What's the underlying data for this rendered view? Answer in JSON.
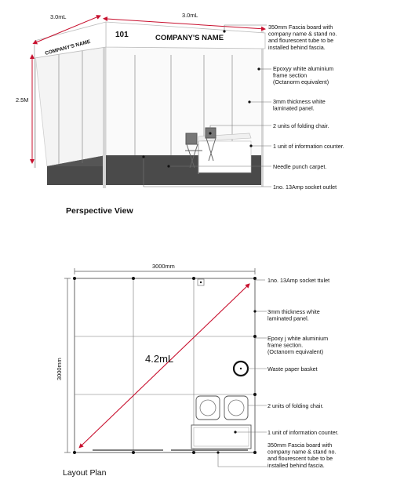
{
  "perspective": {
    "caption": "Perspective View",
    "dim_left_width": "3.0mL",
    "dim_top_width": "3.0mL",
    "dim_height": "2.5M",
    "fascia_number": "101",
    "fascia_text": "COMPANY'S NAME",
    "side_fascia_text": "COMPANY'S NAME",
    "labels": [
      {
        "lines": [
          "350mm Fascia board with",
          "company name & stand no.",
          "and flourescent tube to be",
          "installed behind fascia."
        ]
      },
      {
        "lines": [
          "Epoxyy white aluminium",
          "frame section",
          "(Octanorm equivalent)"
        ]
      },
      {
        "lines": [
          "3mm thickness white",
          "laminated panel."
        ]
      },
      {
        "lines": [
          "2 units of folding chair."
        ]
      },
      {
        "lines": [
          "1 unit of information counter."
        ]
      },
      {
        "lines": [
          "Needle punch carpet."
        ]
      },
      {
        "lines": [
          "1no. 13Amp socket outlet"
        ]
      }
    ]
  },
  "layout": {
    "caption": "Layout Plan",
    "dim_width": "3000mm",
    "dim_height": "3000mm",
    "diagonal": "4.2mL",
    "labels": [
      {
        "lines": [
          "1no. 13Amp socket ttulet"
        ]
      },
      {
        "lines": [
          "3mm thickness white",
          "laminated panel."
        ]
      },
      {
        "lines": [
          "Epoxy j white aluminium",
          "frame section.",
          "(Octanorm equivalent)"
        ]
      },
      {
        "lines": [
          "Waste paper basket"
        ]
      },
      {
        "lines": [
          "2 units of folding chair."
        ]
      },
      {
        "lines": [
          "1 unit of information counter."
        ]
      },
      {
        "lines": [
          "350mm Fascia board with",
          "company name & stand no.",
          "and flourescent tube to be",
          "installed behind fascia."
        ]
      }
    ]
  },
  "colors": {
    "dimension_red": "#c8102e",
    "carpet": "#4a4a4a",
    "panel": "#fbfbfb",
    "frame": "#c9c9c9"
  }
}
